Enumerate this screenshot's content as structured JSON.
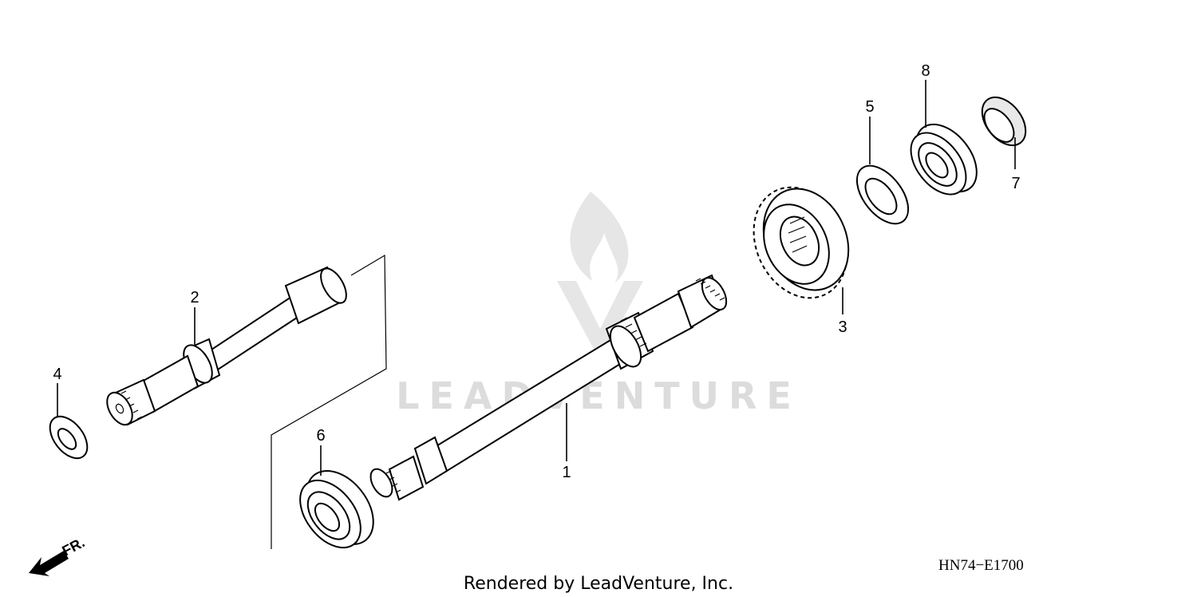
{
  "diagram": {
    "callouts": {
      "p1": "1",
      "p2": "2",
      "p3": "3",
      "p4": "4",
      "p5": "5",
      "p6": "6",
      "p7": "7",
      "p8": "8"
    },
    "diagram_code": "HN74−E1700",
    "direction_label": "FR.",
    "watermark": "LEADVENTURE",
    "footer": "Rendered by LeadVenture, Inc."
  }
}
